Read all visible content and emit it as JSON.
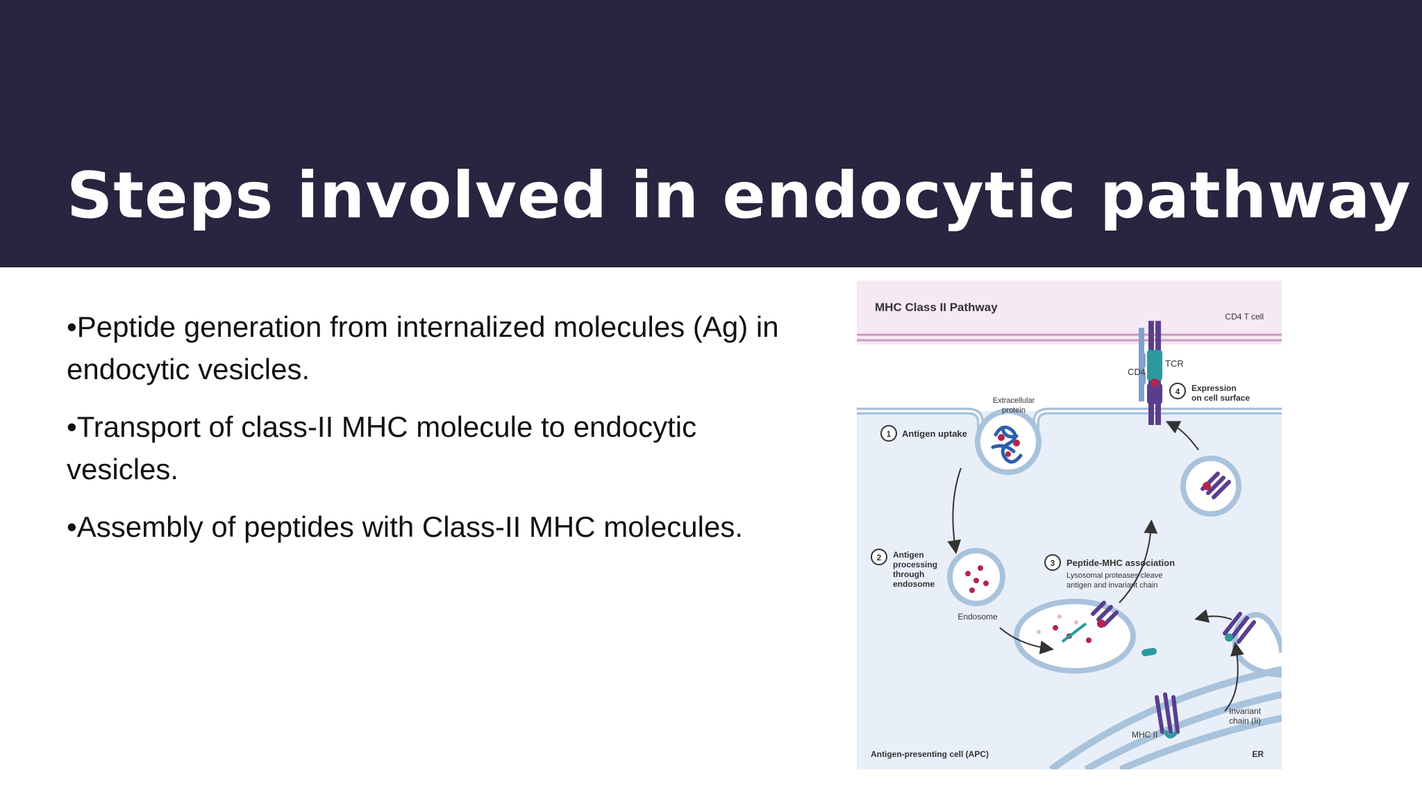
{
  "slide": {
    "title": "Steps involved in endocytic pathway",
    "bullets": [
      "•Peptide generation from internalized molecules (Ag) in endocytic vesicles.",
      "•Transport of class-II MHC molecule to endocytic vesicles.",
      "•Assembly of peptides with Class-II MHC molecules."
    ]
  },
  "figure": {
    "title": "MHC Class II Pathway",
    "cd4_t_cell": "CD4 T cell",
    "cd4": "CD4",
    "tcr": "TCR",
    "step1_num": "1",
    "step1": "Antigen uptake",
    "step2_num": "2",
    "step2_lines": [
      "Antigen",
      "processing",
      "through",
      "endosome"
    ],
    "step3_num": "3",
    "step3": "Peptide-MHC association",
    "step3_desc_lines": [
      "Lysosomal proteases cleave",
      "antigen and invariant chain"
    ],
    "step4_num": "4",
    "step4_lines": [
      "Expression",
      "on cell surface"
    ],
    "extracellular_lines": [
      "Extracellular",
      "protein"
    ],
    "endosome": "Endosome",
    "invariant_lines": [
      "Invariant",
      "chain (Ii)"
    ],
    "mhc2": "MHC II",
    "apc": "Antigen-presenting cell (APC)",
    "er": "ER",
    "colors": {
      "header": "#29243f",
      "tcell_band": "#f6e9f4",
      "apc_bg": "#e9eff8",
      "membrane": "#a9c3dc",
      "mhc": "#5a3e8e",
      "peptide": "#b3244e",
      "teal": "#2a9aa0"
    }
  }
}
